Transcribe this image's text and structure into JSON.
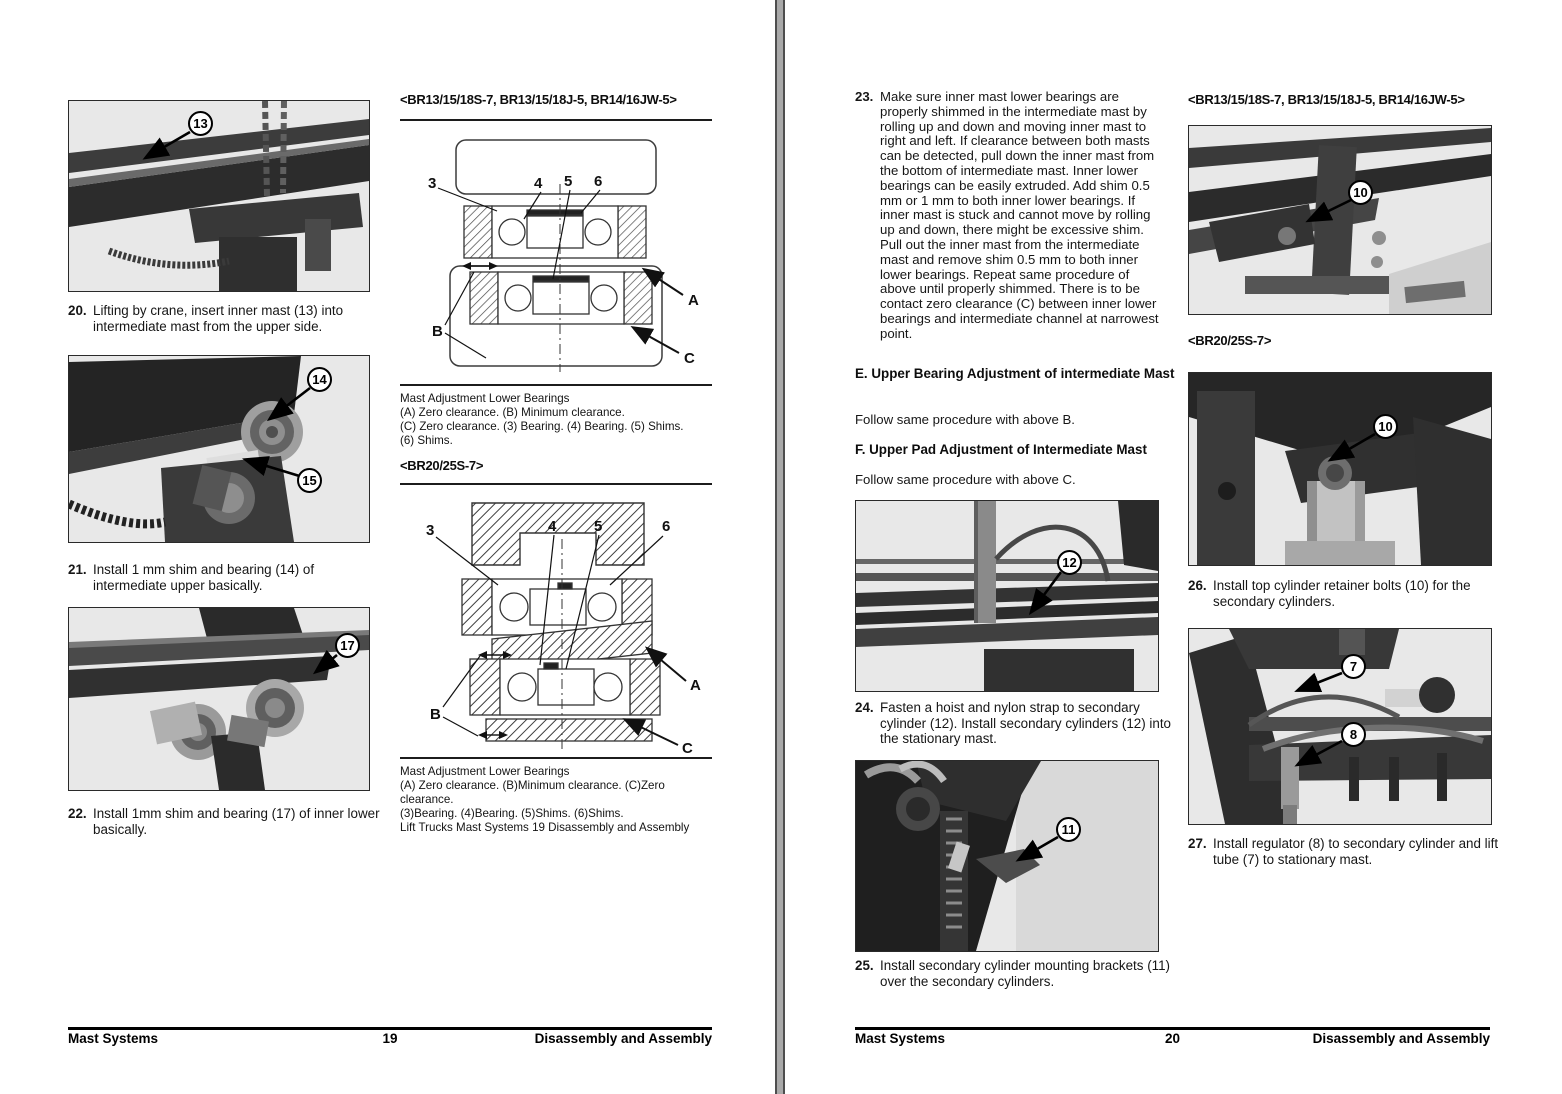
{
  "page19": {
    "model_heading_1": "<BR13/15/18S-7, BR13/15/18J-5, BR14/16JW-5>",
    "model_heading_2": "<BR20/25S-7>",
    "steps": {
      "s20": {
        "num": "20.",
        "text": "Lifting by crane, insert inner mast (13) into intermediate mast from the upper side."
      },
      "s21": {
        "num": "21.",
        "text": "Install 1 mm shim and bearing (14) of intermediate upper basically."
      },
      "s22": {
        "num": "22.",
        "text": "Install 1mm shim and bearing (17) of inner lower basically."
      }
    },
    "photos": {
      "crane": {
        "callout": "13"
      },
      "upper_bearing": {
        "callout_a": "14",
        "callout_b": "15"
      },
      "inner_lower": {
        "callout": "17"
      }
    },
    "diagram1": {
      "labels": {
        "n3": "3",
        "n4": "4",
        "n5": "5",
        "n6": "6",
        "a": "A",
        "b": "B",
        "c": "C"
      },
      "caption_title": "Mast Adjustment Lower Bearings",
      "caption_lines": [
        "(A) Zero clearance. (B) Minimum clearance.",
        "(C) Zero clearance. (3) Bearing. (4) Bearing. (5) Shims.",
        "(6) Shims."
      ]
    },
    "diagram2": {
      "labels": {
        "n3": "3",
        "n4": "4",
        "n5": "5",
        "n6": "6",
        "a": "A",
        "b": "B",
        "c": "C"
      },
      "caption_title": "Mast Adjustment Lower Bearings",
      "caption_lines": [
        "(A) Zero clearance. (B)Minimum clearance. (C)Zero clearance.",
        "(3)Bearing. (4)Bearing. (5)Shims. (6)Shims.",
        "Lift Trucks Mast Systems 19 Disassembly and Assembly"
      ]
    },
    "footer": {
      "left": "Mast Systems",
      "page": "19",
      "right": "Disassembly and Assembly"
    }
  },
  "page20": {
    "step23": {
      "num": "23.",
      "text": "Make sure inner mast lower bearings are properly shimmed in the intermediate mast by rolling up and down and moving inner mast to right and left. If clearance between both masts can be detected, pull down the inner mast from the bottom of intermediate mast. Inner lower bearings can be easily extruded. Add shim 0.5 mm or 1 mm to both inner lower bearings. If inner mast is stuck and cannot move by rolling up and down, there might be excessive shim. Pull out the inner mast from the intermediate mast and remove shim 0.5 mm to both inner lower bearings. Repeat same procedure of above until properly shimmed. There is to be contact zero clearance (C) between inner lower bearings and intermediate channel at narrowest point."
    },
    "heading_e": "E. Upper Bearing Adjustment of intermediate Mast",
    "follow_b": "Follow same procedure with above B.",
    "heading_f": "F. Upper Pad Adjustment of Intermediate Mast",
    "follow_c": "Follow same procedure with above C.",
    "steps": {
      "s24": {
        "num": "24.",
        "text": "Fasten a hoist and nylon strap to secondary cylinder (12). Install secondary cylinders (12) into the stationary mast."
      },
      "s25": {
        "num": "25.",
        "text": "Install secondary cylinder mounting brackets (11) over the secondary cylinders."
      },
      "s26": {
        "num": "26.",
        "text": "Install top cylinder retainer bolts (10) for the secondary cylinders."
      },
      "s27": {
        "num": "27.",
        "text": "Install regulator (8) to secondary cylinder and lift tube (7) to stationary mast."
      }
    },
    "photos": {
      "secondary_cylinder": {
        "callout": "12"
      },
      "mounting_bracket": {
        "callout": "11"
      },
      "retainer_br13": {
        "callout": "10"
      },
      "retainer_br20": {
        "callout": "10"
      },
      "regulator": {
        "callout_a": "7",
        "callout_b": "8"
      }
    },
    "model_heading_1": "<BR13/15/18S-7, BR13/15/18J-5, BR14/16JW-5>",
    "model_heading_2": "<BR20/25S-7>",
    "footer": {
      "left": "Mast Systems",
      "page": "20",
      "right": "Disassembly and Assembly"
    }
  }
}
